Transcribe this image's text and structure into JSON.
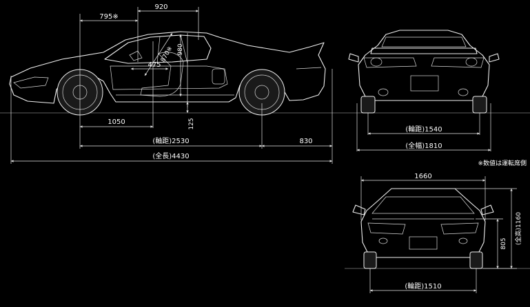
{
  "dimensions": {
    "seat_front": "795※",
    "roof_to_front": "920",
    "head_height": "980",
    "seat_height": "870※",
    "seat_back": "475",
    "ground_clearance": "125",
    "front_to_seat": "1050",
    "wheelbase": "(軸距)2530",
    "rear_overhang": "830",
    "overall_length": "(全長)4430",
    "rear_tread": "(輪距)1540",
    "overall_width": "(全幅)1810",
    "body_width": "1660",
    "overall_height": "(全高)1160",
    "belt_height": "805",
    "front_tread": "(輪距)1510"
  },
  "note": "※数値は運転席側",
  "colors": {
    "background": "#000000",
    "lines": "#f2f2f2"
  }
}
